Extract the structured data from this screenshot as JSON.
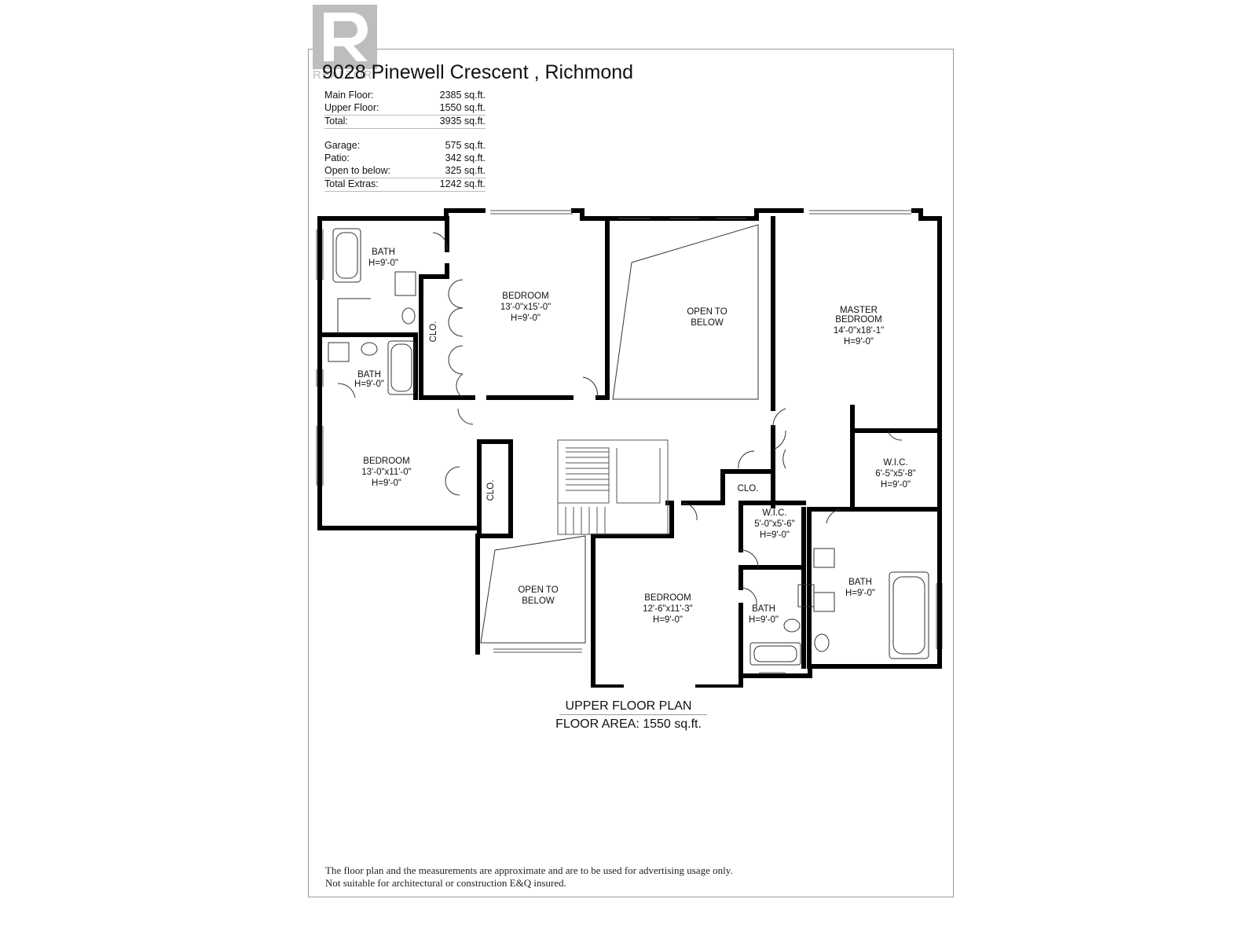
{
  "brand": {
    "name": "REALTOR",
    "logo_letter": "R"
  },
  "address": "9028 Pinewell Crescent , Richmond",
  "areas": {
    "rows": [
      {
        "label": "Main Floor:",
        "value": "2385 sq.ft."
      },
      {
        "label": "Upper Floor:",
        "value": "1550 sq.ft."
      },
      {
        "label": "Total:",
        "value": "3935 sq.ft."
      }
    ],
    "extras": [
      {
        "label": "Garage:",
        "value": "575 sq.ft."
      },
      {
        "label": "Patio:",
        "value": "342 sq.ft."
      },
      {
        "label": "Open to below:",
        "value": "325 sq.ft."
      },
      {
        "label": "Total Extras:",
        "value": "1242 sq.ft."
      }
    ]
  },
  "rooms": {
    "bath_top_left": {
      "name": "BATH",
      "height": "H=9'-0\""
    },
    "bedroom_top": {
      "name": "BEDROOM",
      "size": "13'-0\"x15'-0\"",
      "height": "H=9'-0\""
    },
    "clo_1": {
      "name": "CLO."
    },
    "open_below_1": {
      "line1": "OPEN TO",
      "line2": "BELOW"
    },
    "master": {
      "line1": "MASTER",
      "line2": "BEDROOM",
      "size": "14'-0\"x18'-1\"",
      "height": "H=9'-0\""
    },
    "bath_left": {
      "name": "BATH",
      "height": "H=9'-0\""
    },
    "bedroom_left": {
      "name": "BEDROOM",
      "size": "13'-0\"x11'-0\"",
      "height": "H=9'-0\""
    },
    "clo_2": {
      "name": "CLO."
    },
    "clo_3": {
      "name": "CLO."
    },
    "wic_master": {
      "name": "W.I.C.",
      "size": "6'-5\"x5'-8\"",
      "height": "H=9'-0\""
    },
    "wic_small": {
      "name": "W.I.C.",
      "size": "5'-0\"x5'-6\"",
      "height": "H=9'-0\""
    },
    "open_below_2": {
      "line1": "OPEN TO",
      "line2": "BELOW"
    },
    "bedroom_bottom": {
      "name": "BEDROOM",
      "size": "12'-6\"x11'-3\"",
      "height": "H=9'-0\""
    },
    "bath_small": {
      "name": "BATH",
      "height": "H=9'-0\""
    },
    "bath_master": {
      "name": "BATH",
      "height": "H=9'-0\""
    }
  },
  "plan_title": "UPPER FLOOR PLAN",
  "plan_area": "FLOOR AREA: 1550 sq.ft.",
  "disclaimer": {
    "line1": "The floor plan and the measurements are approximate and are to be used for advertising usage only.",
    "line2": "Not suitable for architectural or construction E&Q insured."
  }
}
